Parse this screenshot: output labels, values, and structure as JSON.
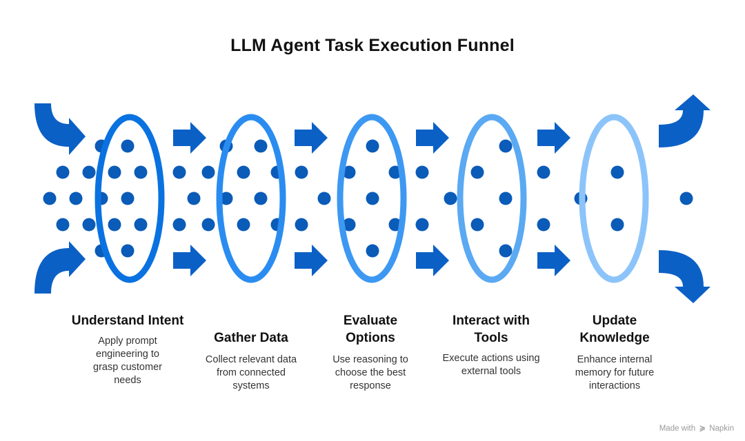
{
  "title": "LLM Agent Task Execution Funnel",
  "colors": {
    "arrow": "#0b60c6",
    "dot": "#0b5bb8",
    "ring1": "#0a72e0",
    "ring2": "#2a8cf0",
    "ring3": "#3d98f2",
    "ring4": "#5aa9f2",
    "ring5": "#8cc4fa"
  },
  "stages": [
    {
      "title": "Understand Intent",
      "description": "Apply prompt engineering to grasp customer needs"
    },
    {
      "title": "Gather Data",
      "description": "Collect relevant data from connected systems"
    },
    {
      "title": "Evaluate Options",
      "description": "Use reasoning to choose the best response"
    },
    {
      "title": "Interact with Tools",
      "description": "Execute actions using external tools"
    },
    {
      "title": "Update Knowledge",
      "description": "Enhance internal memory for future interactions"
    }
  ],
  "footer": {
    "made_with": "Made with",
    "brand_mark": "≽",
    "brand": "Napkin"
  }
}
